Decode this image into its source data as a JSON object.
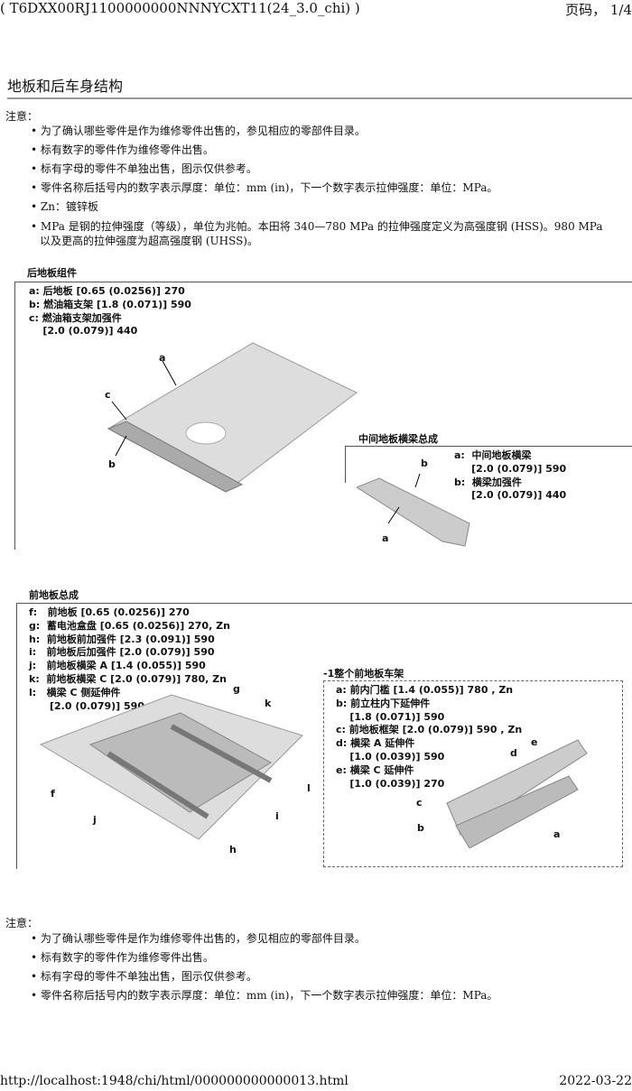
{
  "header": {
    "doc_id": "( T6DXX00RJ1100000000NNNYCXT11(24_3.0_chi) )",
    "page": "页码， 1/4"
  },
  "title": "地板和后车身结构",
  "notes_top": {
    "label": "注意：",
    "items": [
      "为了确认哪些零件是作为维修零件出售的，参见相应的零部件目录。",
      "标有数字的零件作为维修零件出售。",
      "标有字母的零件不单独出售，图示仅供参考。",
      "零件名称后括号内的数字表示厚度：单位：mm (in)，下一个数字表示拉伸强度：单位：MPa。",
      "Zn：镀锌板",
      "MPa 是钢的拉伸强度（等级），单位为兆帕。本田将  340—780 MPa 的拉伸强度定义为高强度钢 (HSS)。980 MPa 以及更高的拉伸强度为超高强度钢  (UHSS)。"
    ]
  },
  "rear_floor": {
    "title": "后地板组件",
    "parts": [
      "a: 后地板 [0.65 (0.0256)] 270",
      "b: 燃油箱支架 [1.8 (0.071)] 590",
      "c: 燃油箱支架加强件",
      "    [2.0 (0.079)] 440"
    ],
    "callouts": [
      "a",
      "b",
      "c"
    ]
  },
  "middle_cross": {
    "title": "中间地板横梁总成",
    "parts": [
      "a:  中间地板横梁",
      "     [2.0 (0.079)] 590",
      "b:  横梁加强件",
      "     [2.0 (0.079)] 440"
    ],
    "callouts": [
      "a",
      "b"
    ]
  },
  "front_floor": {
    "title": "前地板总成",
    "parts": [
      "f:   前地板 [0.65 (0.0256)] 270",
      "g:  蓄电池盒盘 [0.65 (0.0256)] 270, Zn",
      "h:  前地板前加强件 [2.3 (0.091)] 590",
      "i:   前地板后加强件 [2.0 (0.079)] 590",
      "j:   前地板横梁 A [1.4 (0.055)] 590",
      "k:  前地板横梁 C [2.0 (0.079)] 780, Zn",
      "l:   横梁 C 侧延伸件",
      "      [2.0 (0.079)] 590"
    ],
    "callouts": [
      "g",
      "k",
      "f",
      "l",
      "j",
      "i",
      "h"
    ]
  },
  "front_frame": {
    "title": "-1整个前地板车架",
    "parts": [
      "a: 前内门槛 [1.4 (0.055)] 780 , Zn",
      "b: 前立柱内下延伸件",
      "    [1.8 (0.071)] 590",
      "c: 前地板框架 [2.0 (0.079)] 590 , Zn",
      "d: 横梁 A 延伸件",
      "    [1.0 (0.039)] 590",
      "e: 横梁 C 延伸件",
      "    [1.0 (0.039)] 270"
    ],
    "callouts": [
      "d",
      "e",
      "c",
      "b",
      "a"
    ]
  },
  "notes_bottom": {
    "label": "注意：",
    "items": [
      "为了确认哪些零件是作为维修零件出售的，参见相应的零部件目录。",
      "标有数字的零件作为维修零件出售。",
      "标有字母的零件不单独出售，图示仅供参考。",
      "零件名称后括号内的数字表示厚度：单位：mm (in)，下一个数字表示拉伸强度：单位：MPa。"
    ]
  },
  "footer": {
    "url": "http://localhost:1948/chi/html/000000000000013.html",
    "date": "2022-03-22"
  }
}
